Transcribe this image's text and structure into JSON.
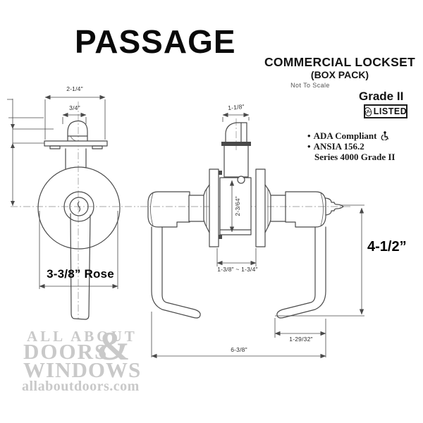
{
  "title": "PASSAGE",
  "header": {
    "product": "COMMERCIAL LOCKSET",
    "pack": "(BOX PACK)",
    "scale_note": "Not To Scale",
    "grade": "Grade II",
    "ul": {
      "mark": "UL",
      "listed": "LISTED"
    },
    "features": [
      {
        "bullet": "•",
        "label": "ADA Compliant",
        "icon": "wheelchair-icon"
      },
      {
        "bullet": "•",
        "label": "ANSIA 156.2",
        "icon": ""
      },
      {
        "bullet": "",
        "label": "Series 4000 Grade II",
        "icon": ""
      }
    ]
  },
  "front_view": {
    "dim_overall_width": "2-1/4\"",
    "dim_latch_width": "3/4\"",
    "dim_rose": "3-3/8” Rose"
  },
  "side_view": {
    "dim_latch_unit": "1-1/8\"",
    "dim_body": "2-3/64\"",
    "dim_door_range": "1-3/8\" ~ 1-3/4\"",
    "dim_lever_drop": "4-1/2”",
    "dim_lever_return": "1-29/32\"",
    "dim_overall_length": "6-3/8\""
  },
  "watermark": {
    "line1": "ALL ABOUT",
    "line2": "DOORS",
    "ampersand": "&",
    "line3": "WINDOWS",
    "site": "allaboutdoors.com"
  },
  "colors": {
    "line": "#4a4a4a",
    "text": "#141414",
    "watermark": "#c9c9c9"
  }
}
